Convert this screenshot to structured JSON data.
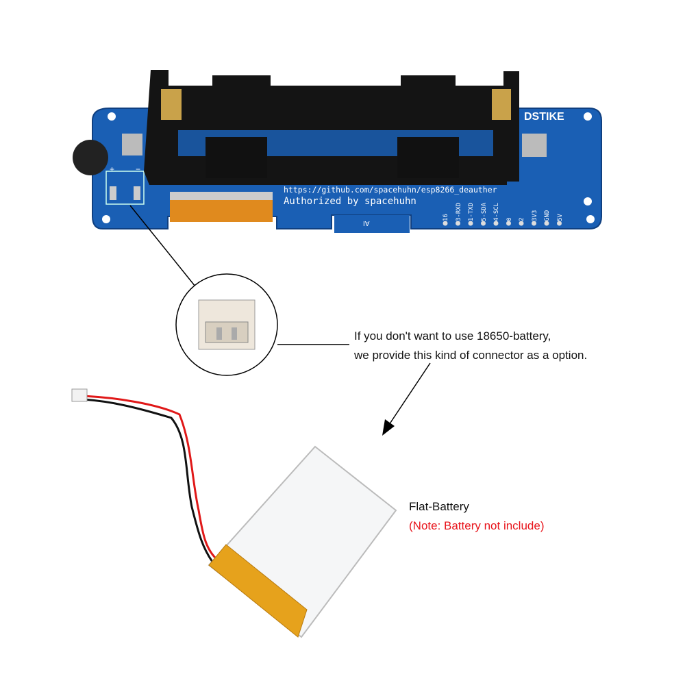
{
  "board": {
    "brand": "DSTIKE",
    "url_text": "https://github.com/spacehuhn/esp8266_deauther",
    "credit_text": "Authorized by spacehuhn",
    "pins": [
      "16",
      "3-RXD",
      "1-TXD",
      "5-SDA",
      "4-SCL",
      "0",
      "2",
      "3V3",
      "GND",
      "5V"
    ],
    "polarity_plus": "+",
    "polarity_minus": "−",
    "logo_mark": "AI"
  },
  "callout": {
    "line1": "If you don't want to use 18650-battery,",
    "line2": "we provide this kind of connector as a option."
  },
  "battery": {
    "label": "Flat-Battery",
    "note": "(Note: Battery not include)"
  },
  "colors": {
    "pcb": "#1a5fb4",
    "note": "#e8141b",
    "flex": "#e08a1e"
  }
}
